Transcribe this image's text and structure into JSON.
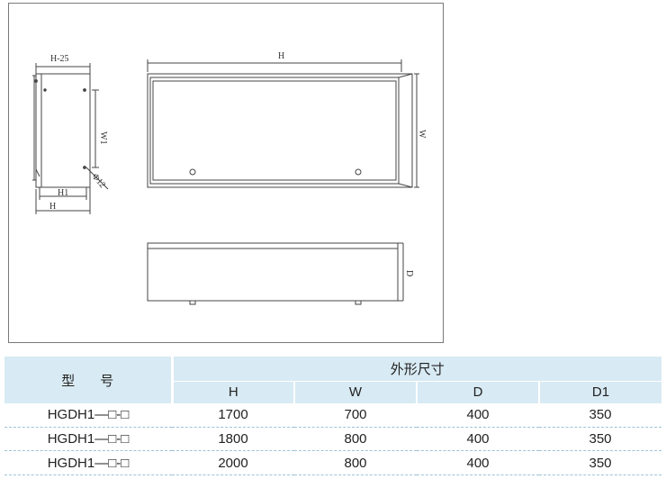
{
  "drawing": {
    "side_view": {
      "dim_top": "H-25",
      "dim_side": "W1",
      "dim_bottom_inner": "H1",
      "dim_bottom_outer": "H",
      "hole_label": "Φ12"
    },
    "front_view": {
      "dim_top": "H",
      "dim_right": "W"
    },
    "bottom_view": {
      "dim_right": "D"
    }
  },
  "table": {
    "model_header_1": "型",
    "model_header_2": "号",
    "group_header": "外形尺寸",
    "columns": [
      "H",
      "W",
      "D",
      "D1"
    ],
    "rows": [
      {
        "model": "HGDH1—□-□",
        "H": "1700",
        "W": "700",
        "D": "400",
        "D1": "350"
      },
      {
        "model": "HGDH1—□-□",
        "H": "1800",
        "W": "800",
        "D": "400",
        "D1": "350"
      },
      {
        "model": "HGDH1—□-□",
        "H": "2000",
        "W": "800",
        "D": "400",
        "D1": "350"
      }
    ]
  }
}
